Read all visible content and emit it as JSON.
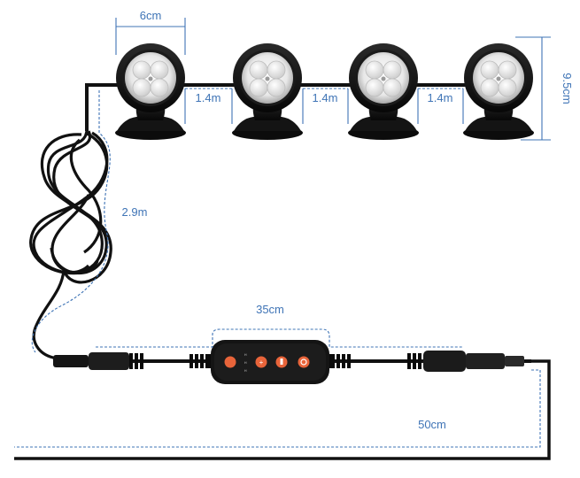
{
  "dimensions": {
    "light_width": "6cm",
    "light_height": "9.5cm",
    "spacing_1": "1.4m",
    "spacing_2": "1.4m",
    "spacing_3": "1.4m",
    "lead_cable": "2.9m",
    "controller_cable": "35cm",
    "output_cable": "50cm"
  },
  "colors": {
    "dimension_line": "#3f74b6",
    "cable": "#111111",
    "button": "#e8643a"
  },
  "icons": [
    "spotlight-icon",
    "timer-button-icon",
    "plus-button-icon",
    "minus-button-icon",
    "power-button-icon"
  ]
}
